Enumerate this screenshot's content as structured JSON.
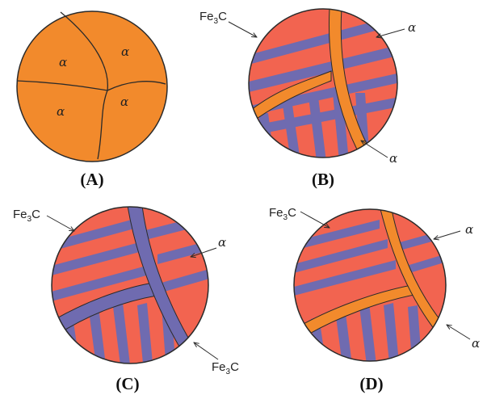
{
  "colors": {
    "ferrite": "#f28a2c",
    "pearlite_red": "#f26450",
    "cementite": "#6f6bb0",
    "outline": "#2a2a2a"
  },
  "panels": [
    {
      "id": "A",
      "caption": "(A)",
      "grain_labels": [
        "α",
        "α",
        "α",
        "α"
      ]
    },
    {
      "id": "B",
      "caption": "(B)",
      "labels": [
        {
          "main": "Fe",
          "sub": "3",
          "tail": "C"
        },
        {
          "text": "α"
        },
        {
          "text": "α"
        }
      ]
    },
    {
      "id": "C",
      "caption": "(C)",
      "labels": [
        {
          "main": "Fe",
          "sub": "3",
          "tail": "C"
        },
        {
          "text": "α"
        },
        {
          "main": "Fe",
          "sub": "3",
          "tail": "C"
        }
      ]
    },
    {
      "id": "D",
      "caption": "(D)",
      "labels": [
        {
          "main": "Fe",
          "sub": "3",
          "tail": "C"
        },
        {
          "text": "α"
        },
        {
          "text": "α"
        }
      ]
    }
  ]
}
